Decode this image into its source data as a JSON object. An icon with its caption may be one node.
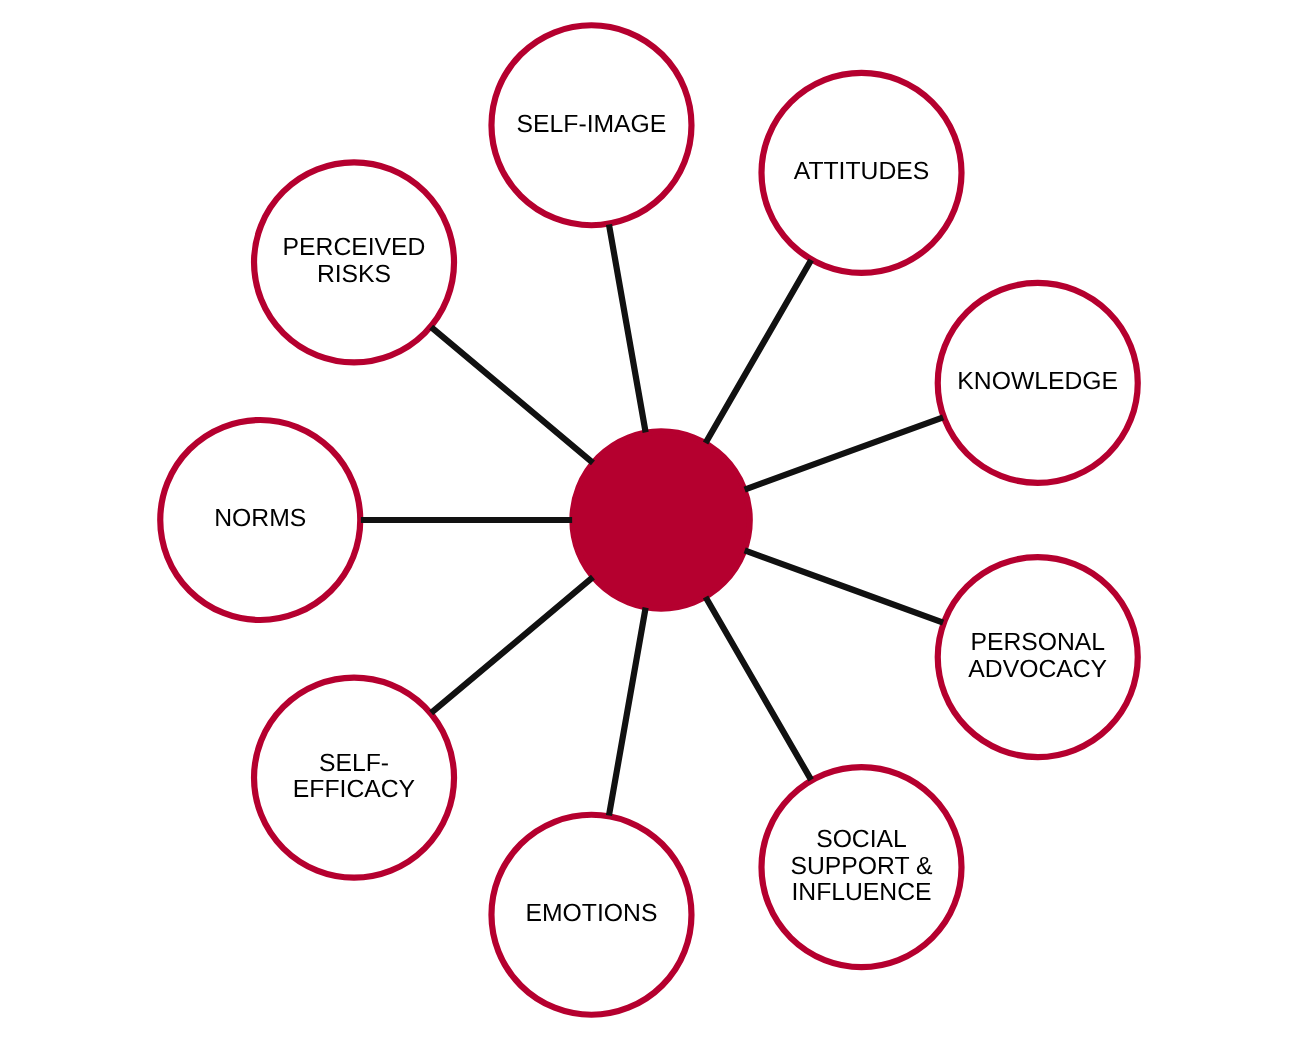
{
  "diagram": {
    "nodes": [
      {
        "text": [],
        "shape": "circle"
      },
      {
        "text": [
          "KNOWLEDGE"
        ]
      },
      {
        "text": [
          "ATTITUDES"
        ]
      },
      {
        "text": [
          "SELF-IMAGE"
        ]
      },
      {
        "text": [
          "PERCEIVED RISKS"
        ]
      },
      {
        "text": [
          "NORMS"
        ]
      },
      {
        "text": [
          "SELF-EFFICACY"
        ]
      },
      {
        "text": [
          "EMOTIONS"
        ]
      },
      {
        "text": [
          "SOCIAL SUPPORT & INFLUENCE"
        ]
      },
      {
        "text": [
          "PERSONAL ADVOCACY"
        ]
      }
    ],
    "edges": [
      {
        "from": 0,
        "to": 1,
        "arrow": "none"
      },
      {
        "from": 0,
        "to": 2,
        "arrow": "none"
      },
      {
        "from": 0,
        "to": 3,
        "arrow": "none"
      },
      {
        "from": 0,
        "to": 4,
        "arrow": "none"
      },
      {
        "from": 0,
        "to": 5,
        "arrow": "none"
      },
      {
        "from": 0,
        "to": 6,
        "arrow": "none"
      },
      {
        "from": 0,
        "to": 7,
        "arrow": "none"
      },
      {
        "from": 0,
        "to": 8,
        "arrow": "none"
      },
      {
        "from": 0,
        "to": 9,
        "arrow": "none"
      }
    ]
  }
}
